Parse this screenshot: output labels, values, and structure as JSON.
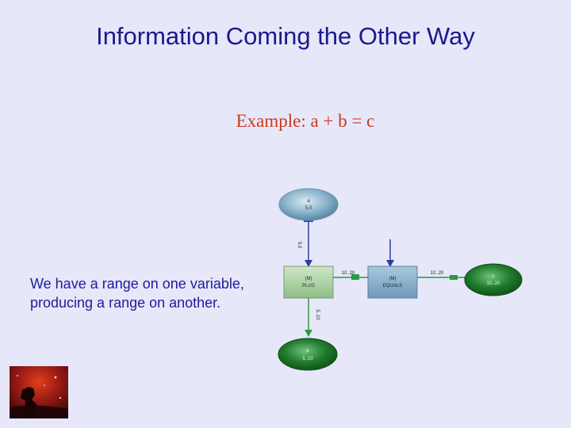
{
  "slide": {
    "title": "Information Coming the Other Way",
    "subtitle": "Example: a + b = c",
    "body": "We have a range on one variable, producing a range on another."
  },
  "diagram": {
    "nodes": {
      "a": {
        "label": "a",
        "value": "5.0"
      },
      "b": {
        "label": "b",
        "value": "5..10"
      },
      "c": {
        "label": "c",
        "value": "10..20"
      },
      "plus": {
        "id": "(M)",
        "op": "PLUS"
      },
      "equals": {
        "id": "(M)",
        "op": "EQUALS"
      }
    },
    "edge_labels": {
      "a_to_plus": "5.0",
      "plus_to_equals": "10..20",
      "equals_to_c": "10..20",
      "plus_to_b": "5..10"
    }
  },
  "colors": {
    "background": "#e7e7fa",
    "title": "#1a1a8c",
    "subtitle": "#cc3a1e",
    "body": "#1c1c9a",
    "node_blue": "#8ab4cc",
    "node_green": "#1f7a2c",
    "arrow_blue": "#2a3d9e",
    "arrow_green": "#2a9a3c"
  },
  "thumbnail": {
    "icon": "horsehead-nebula-image"
  }
}
